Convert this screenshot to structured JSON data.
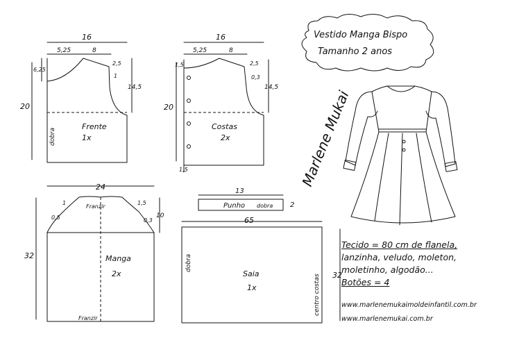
{
  "title": {
    "line1": "Vestido Manga Bispo",
    "line2": "Tamanho 2 anos"
  },
  "signature": "Marlene Mukai",
  "pieces": {
    "frente": {
      "name": "Frente",
      "count": "1x",
      "fold": "dobra",
      "dims": {
        "width": "16",
        "neck": "5,25",
        "shoulder": "8",
        "neck_depth": "6,25",
        "shoulder_drop": "2,5",
        "armhole": "14,5",
        "armhole_curve": "1",
        "height": "20"
      }
    },
    "costas": {
      "name": "Costas",
      "count": "2x",
      "dims": {
        "width": "16",
        "neck": "5,25",
        "shoulder": "8",
        "neck_depth": "1,5",
        "shoulder_drop": "2,5",
        "armhole": "14,5",
        "armhole_curve": "0,3",
        "height": "20",
        "bottom": "1,5"
      }
    },
    "manga": {
      "name": "Manga",
      "count": "2x",
      "gather_top": "Franzir",
      "gather_bottom": "Franzir",
      "dims": {
        "width": "24",
        "cap_left": "1",
        "cap_right": "1,5",
        "cap_left2": "0,5",
        "cap_right2": "0,3",
        "cap_height": "10",
        "length": "32"
      }
    },
    "punho": {
      "name": "Punho",
      "fold": "dobra",
      "dims": {
        "length": "13",
        "height": "2"
      }
    },
    "saia": {
      "name": "Saia",
      "count": "1x",
      "fold": "dobra",
      "center": "centro costas",
      "dims": {
        "width": "65",
        "height": "32"
      }
    }
  },
  "notes": {
    "tecido": "Tecido = 80 cm de flanela,",
    "line2": "lanzinha, veludo, moleton,",
    "line3": "moletinho, algodão...",
    "botoes": "Botões = 4"
  },
  "urls": [
    "www.marlenemukaimoldeinfantil.com.br",
    "www.marlenemukai.com.br"
  ]
}
